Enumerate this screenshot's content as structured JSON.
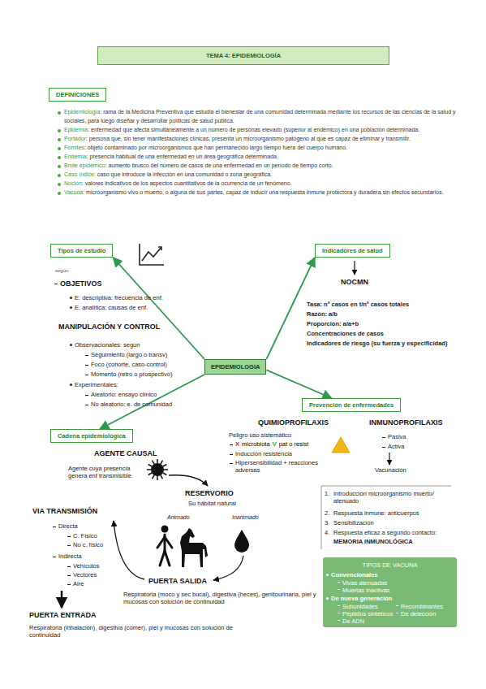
{
  "diagram": {
    "nodes": [
      {
        "text": [
          "TEMA 4: EPIDEMIOLOGÍA"
        ]
      },
      {
        "text": [
          "DEFINICIONES"
        ]
      },
      {
        "text": [
          "Tipos de estudio"
        ]
      },
      {
        "text": [
          "Indicadores de salud"
        ]
      },
      {
        "text": [
          "EPIDEMIOLOGIA"
        ]
      },
      {
        "text": [
          "Prevención de enfermedades"
        ]
      },
      {
        "text": [
          "Cadena epidemiológica"
        ]
      },
      {
        "text": [
          "TIPOS DE VACUNA",
          "Convencionales",
          "Vivas atenuadas",
          "Muertas inactivas",
          "De nueva generación",
          "Subunidades",
          "Recombinantes",
          "Péptidos sintéticos",
          "De delección",
          "De ADN"
        ]
      }
    ],
    "edges": [
      {
        "from": 4,
        "to": 2,
        "arrow": "to"
      },
      {
        "from": 4,
        "to": 3,
        "arrow": "to"
      },
      {
        "from": 4,
        "to": 5,
        "arrow": "to"
      },
      {
        "from": 4,
        "to": 6,
        "arrow": "to"
      }
    ],
    "labels": [
      "Epidemiología",
      ": rama de la Medicina Preventiva que estudia el bienestar de una comunidad determinada mediante los recursos de las ciencias de la salud y sociales, para luego diseñar y desarrollar políticas de salud pública.",
      "Epidemia",
      ": enfermedad que afecta simultáneamente a un número de personas elevado (superior al endémico) en una población determinada.",
      "Portador",
      ": persona que, sin tener manifestaciones clínicas, presenta un microorganismo patógeno al que es capaz de eliminar y transmitir.",
      "Fomites",
      ": objeto contaminado por microorganismos que han permanecido largo tiempo fuera del cuerpo humano.",
      "Endemia",
      ": presencia habitual de una enfermedad en un área geográfica determinada.",
      "Brote epidémico",
      ": aumento brusco del número de casos de una enfermedad en un período de tiempo corto.",
      "Caso índice",
      ": caso que introduce la infección en una comunidad o zona geográfica.",
      "Noción",
      ": valores indicativos de los aspectos cuantitativos de la ocurrencia de un fenómeno.",
      "Vacuna",
      ": microorganismo vivo o muerto, o alguna de sus partes, capaz de inducir una respuesta inmune protectora y duradera sin efectos secundarios.",
      "según",
      "OBJETIVOS",
      "E. descriptiva: frecuencia de enf.",
      "E. analítica: causas de enf.",
      "MANIPULACIÓN Y CONTROL",
      "Observacionales: según",
      "Seguimiento (largo o transv)",
      "Foco (cohorte, caso-control)",
      "Momento (retro o prospectivo)",
      "Experimentales:",
      "Aleatorio: ensayo clínico",
      "No aleatorio: e. de comunidad",
      "NOCMN",
      "Tasa: nº casos en t/nº casos totales",
      "Razón: a/b",
      "Proporción: a/a+b",
      "Concentraciones de casos",
      "Indicadores de riesgo (su fuerza y especificidad)",
      "QUIMIOPROFILAXIS",
      "Peligro uso sistemático",
      "X",
      "microbiota",
      "V",
      "pat o resist",
      "Inducción resistencia",
      "Hipersensibilidad + reacciones adversas",
      "INMUNOPROFILAXIS",
      "Pasiva",
      "Activa",
      "Vacunación",
      "1.",
      "Introducción microorganismo muerto/ atenuado",
      "2.",
      "Respuesta inmune: anticuerpos",
      "3.",
      "Sensibilización",
      "4.",
      "Respuesta eficaz a segundo contacto:",
      "MEMORIA INMUNOLÓGICA",
      "AGENTE CAUSAL",
      "Agente cuya presencia genera enf transmisible",
      "RESERVORIO",
      "Su hábitat natural",
      "Animado",
      "Inanimado",
      "VIA TRANSMISIÓN",
      "Directa",
      "C. Físico",
      "No c. físico",
      "Indirecta",
      "Vehículos",
      "Vectores",
      "Aire",
      "PUERTA SALIDA",
      "Respiratoria (moco y sec bucal), digestiva (heces), genitourinaria, piel y mucosas con solución de continuidad",
      "PUERTA ENTRADA",
      "Respiratoria (inhalación), digestiva (comer), piel y mucosas con solución de continuidad"
    ]
  }
}
